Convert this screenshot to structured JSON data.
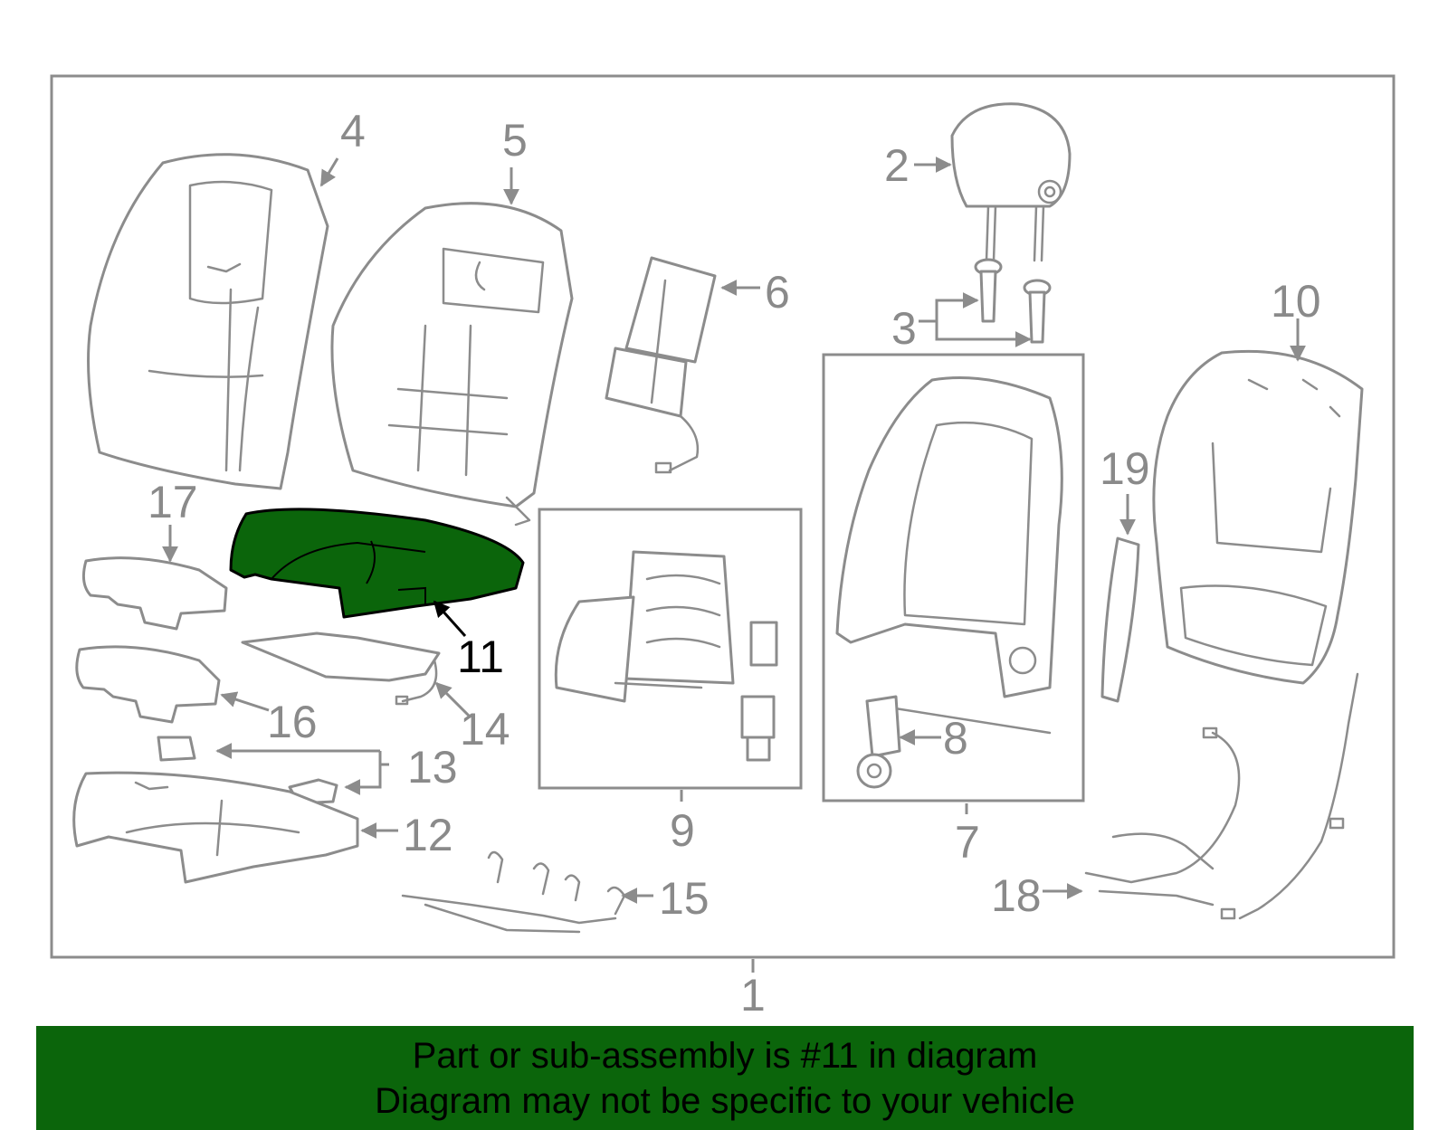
{
  "diagram": {
    "highlighted_part": "11",
    "highlight_color": "#0b650b",
    "line_color": "#8c8c8c",
    "callouts": {
      "c1": "1",
      "c2": "2",
      "c3": "3",
      "c4": "4",
      "c5": "5",
      "c6": "6",
      "c7": "7",
      "c8": "8",
      "c9": "9",
      "c10": "10",
      "c11": "11",
      "c12": "12",
      "c13": "13",
      "c14": "14",
      "c15": "15",
      "c16": "16",
      "c17": "17",
      "c18": "18",
      "c19": "19"
    }
  },
  "banner": {
    "line1": "Part or sub-assembly is #11 in diagram",
    "line2": "Diagram may not be specific to your vehicle",
    "background": "#0b650b"
  }
}
